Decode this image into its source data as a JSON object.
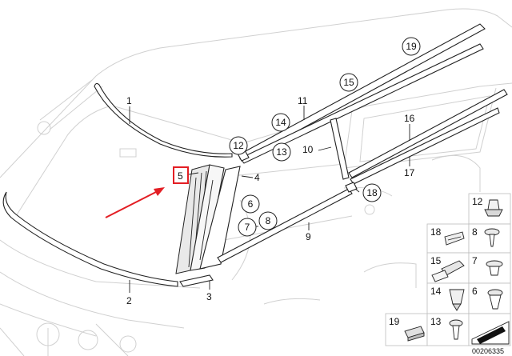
{
  "callouts": {
    "c1": "1",
    "c2": "2",
    "c3": "3",
    "c4": "4",
    "c5": "5",
    "c6": "6",
    "c7": "7",
    "c8": "8",
    "c9": "9",
    "c10": "10",
    "c11": "11",
    "c12": "12",
    "c13": "13",
    "c14": "14",
    "c15": "15",
    "c16": "16",
    "c17": "17",
    "c18": "18",
    "c19": "19"
  },
  "legend": {
    "items": [
      "12",
      "18",
      "8",
      "15",
      "7",
      "14",
      "6",
      "13",
      "19"
    ]
  },
  "diagram_id": "00206335",
  "highlight_color": "#e31e24",
  "arrow_color": "#e31e24"
}
